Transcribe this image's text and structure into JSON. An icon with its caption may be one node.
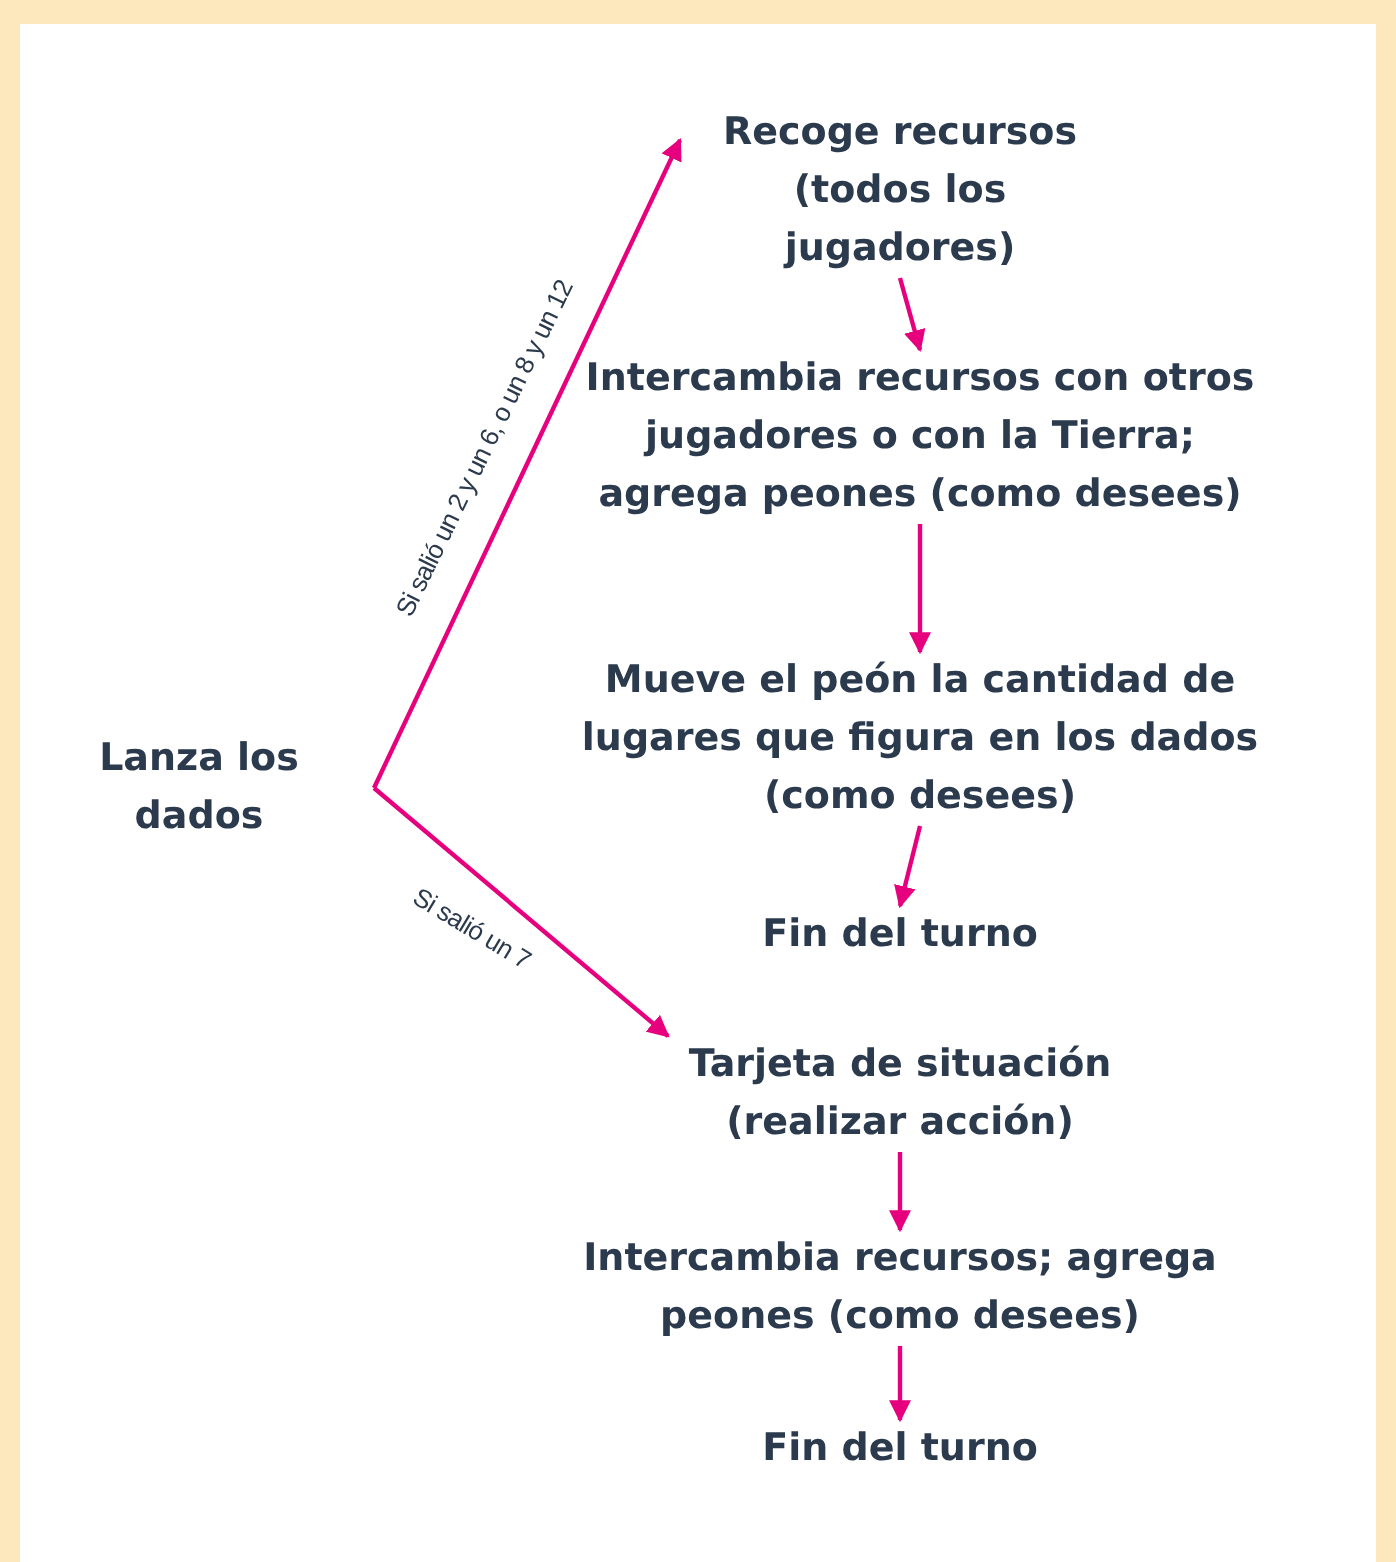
{
  "diagram": {
    "nodes": [
      {
        "text": [
          "Lanza los dados"
        ]
      },
      {
        "text": [
          "Recoge recursos (todos los jugadores)"
        ]
      },
      {
        "text": [
          "Intercambia recursos con otros jugadores o con la Tierra; agrega peones (como desees)"
        ]
      },
      {
        "text": [
          "Mueve el peón la cantidad de lugares que figura en los dados (como desees)"
        ]
      },
      {
        "text": [
          "Fin del turno"
        ]
      },
      {
        "text": [
          "Tarjeta de situación (realizar acción)"
        ]
      },
      {
        "text": [
          "Intercambia recursos; agrega peones (como desees)"
        ]
      },
      {
        "text": [
          "Fin del turno"
        ]
      }
    ],
    "edges": [
      {
        "from": 0,
        "to": 1,
        "arrow": "to",
        "label": "Si salió un 2 y un 6, o un 8 y un 12"
      },
      {
        "from": 1,
        "to": 2,
        "arrow": "to"
      },
      {
        "from": 2,
        "to": 3,
        "arrow": "to"
      },
      {
        "from": 3,
        "to": 4,
        "arrow": "to"
      },
      {
        "from": 0,
        "to": 5,
        "arrow": "to",
        "label": "Si salió un 7"
      },
      {
        "from": 5,
        "to": 6,
        "arrow": "to"
      },
      {
        "from": 6,
        "to": 7,
        "arrow": "to"
      }
    ]
  }
}
